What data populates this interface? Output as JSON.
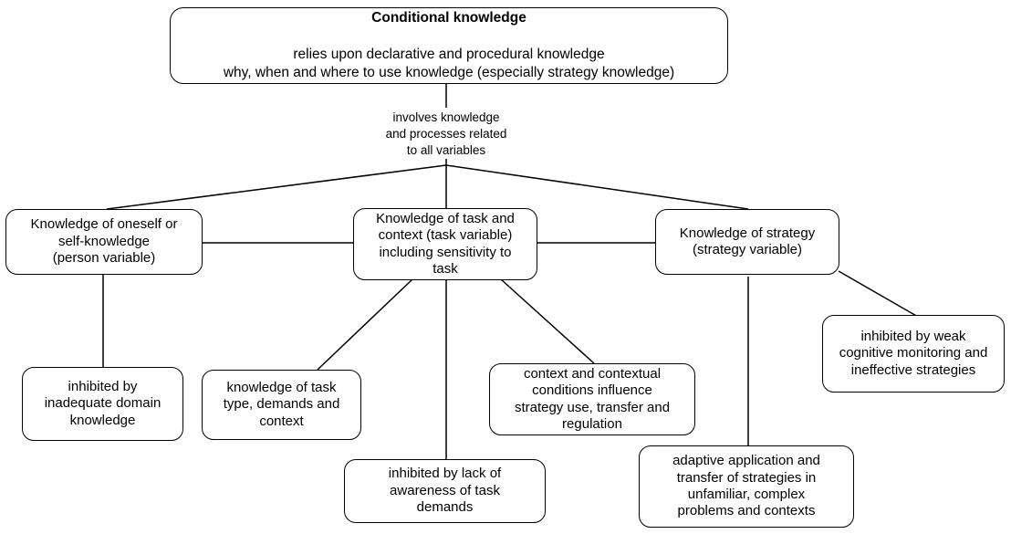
{
  "diagram": {
    "title_node": {
      "title": "Conditional knowledge",
      "body": "relies upon declarative and procedural knowledge\nwhy, when and where to use knowledge (especially strategy knowledge)"
    },
    "annotation": "involves knowledge\nand processes related\nto all variables",
    "nodes": {
      "person": "Knowledge of oneself or\nself-knowledge\n(person variable)",
      "task": "Knowledge of task and\ncontext  (task variable)\nincluding sensitivity to\ntask",
      "strategy": "Knowledge of strategy\n(strategy variable)",
      "person_inhibited": "inhibited by\ninadequate domain\nknowledge",
      "task_type": "knowledge of task\ntype, demands and\ncontext",
      "task_inhibited": "inhibited by lack of\nawareness of task\ndemands",
      "context_conditions": "context and contextual\nconditions influence\nstrategy use, transfer and\nregulation",
      "strategy_inhibited": "inhibited by  weak\ncognitive monitoring and\nineffective strategies",
      "adaptive_application": "adaptive application and\ntransfer of strategies in\nunfamiliar, complex\nproblems and contexts"
    },
    "colors": {
      "stroke": "#000000",
      "fill": "#ffffff",
      "text": "#000000"
    }
  }
}
